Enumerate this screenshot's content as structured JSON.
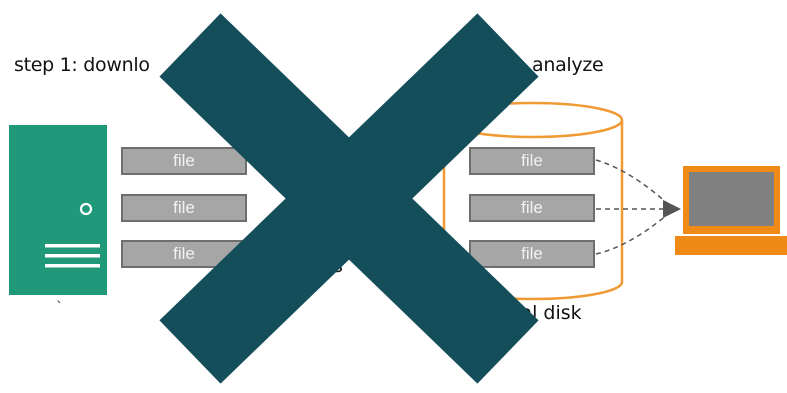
{
  "labels": {
    "step_left": "step 1: downlo",
    "step_right": "analyze",
    "disk_label": "cal disk",
    "partial_s": "s",
    "tick": "`"
  },
  "files_left": [
    "file",
    "file",
    "file"
  ],
  "files_right": [
    "file",
    "file",
    "file"
  ],
  "icons": {
    "server": "server-icon",
    "laptop": "laptop-icon",
    "disk": "disk-cylinder-icon",
    "cross": "x-cross-overlay-icon"
  },
  "colors": {
    "server": "#20997a",
    "laptop": "#ef8a17",
    "disk_outline": "#ef9a33",
    "file_fill": "#a6a6a6",
    "file_border": "#6e6e6e",
    "cross": "#144e5a"
  }
}
